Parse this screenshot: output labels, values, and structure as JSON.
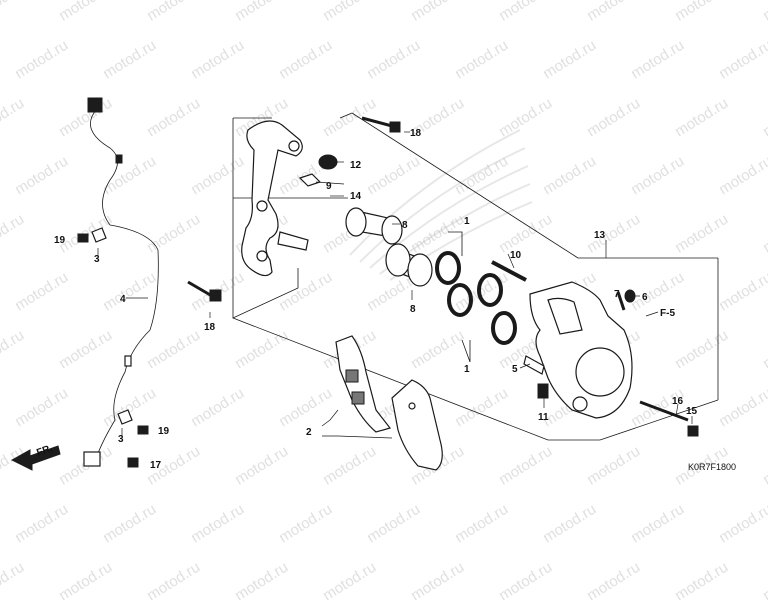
{
  "watermark": {
    "text": "motod.ru",
    "color": "#e0e0e0"
  },
  "diagram_code": "K0R7F1800",
  "direction_marker": {
    "text": "FR.",
    "icon": "arrow-left-icon"
  },
  "section_ref": "F-5",
  "callouts": {
    "c1a": "1",
    "c1b": "1",
    "c2": "2",
    "c3a": "3",
    "c3b": "3",
    "c4": "4",
    "c5": "5",
    "c6": "6",
    "c7": "7",
    "c8a": "8",
    "c8b": "8",
    "c9": "9",
    "c10": "10",
    "c11": "11",
    "c12": "12",
    "c13": "13",
    "c14": "14",
    "c15": "15",
    "c16": "16",
    "c17": "17",
    "c18a": "18",
    "c18b": "18",
    "c19a": "19",
    "c19b": "19"
  }
}
